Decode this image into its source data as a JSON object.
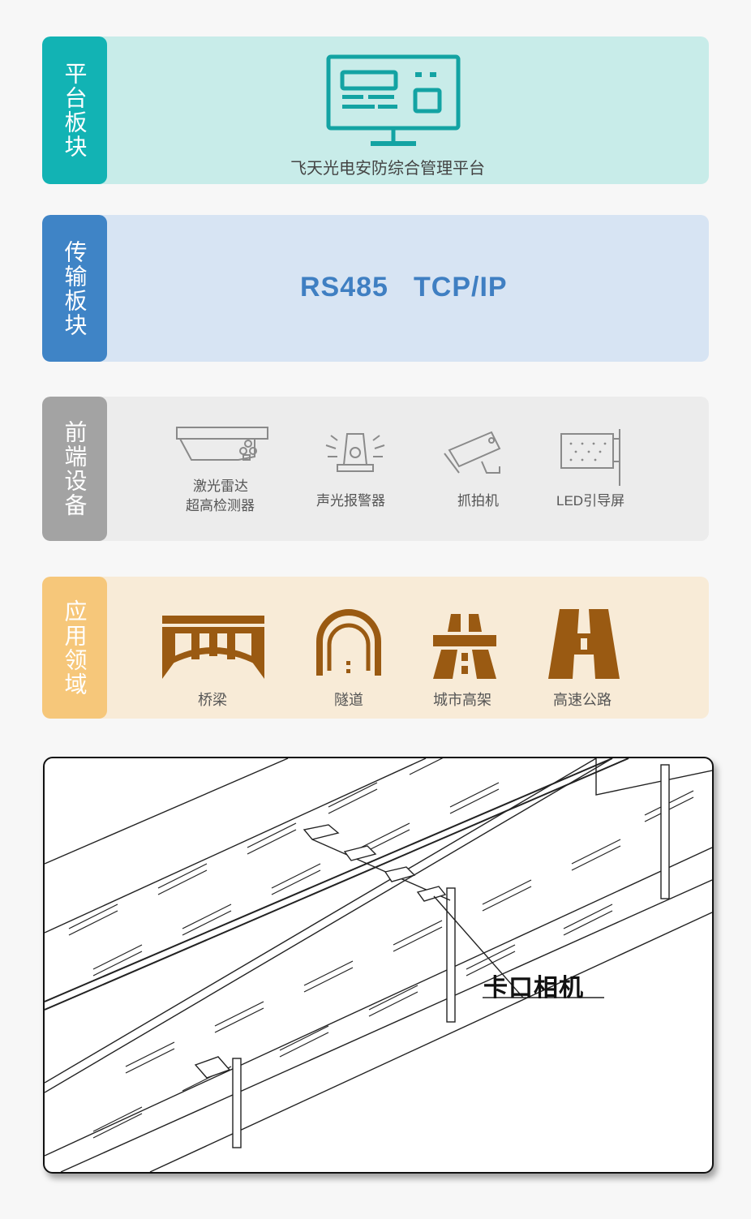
{
  "platform": {
    "side_label": "平台板块",
    "caption": "飞天光电安防综合管理平台"
  },
  "transport": {
    "side_label": "传输板块",
    "protocol_1": "RS485",
    "protocol_2": "TCP/IP"
  },
  "frontend": {
    "side_label": "前端设备",
    "devices": [
      {
        "line1": "激光雷达",
        "line2": "超高检测器",
        "icon": "laser-radar-icon"
      },
      {
        "line1": "声光报警器",
        "line2": "",
        "icon": "alarm-icon"
      },
      {
        "line1": "抓拍机",
        "line2": "",
        "icon": "camera-icon"
      },
      {
        "line1": "LED引导屏",
        "line2": "",
        "icon": "led-screen-icon"
      }
    ]
  },
  "application": {
    "side_label": "应用领域",
    "fields": [
      {
        "label": "桥梁",
        "icon": "bridge-icon"
      },
      {
        "label": "隧道",
        "icon": "tunnel-icon"
      },
      {
        "label": "城市高架",
        "icon": "overpass-icon"
      },
      {
        "label": "高速公路",
        "icon": "highway-icon"
      }
    ],
    "icon_color": "#9a5a12"
  },
  "scene": {
    "label": "卡口相机"
  }
}
